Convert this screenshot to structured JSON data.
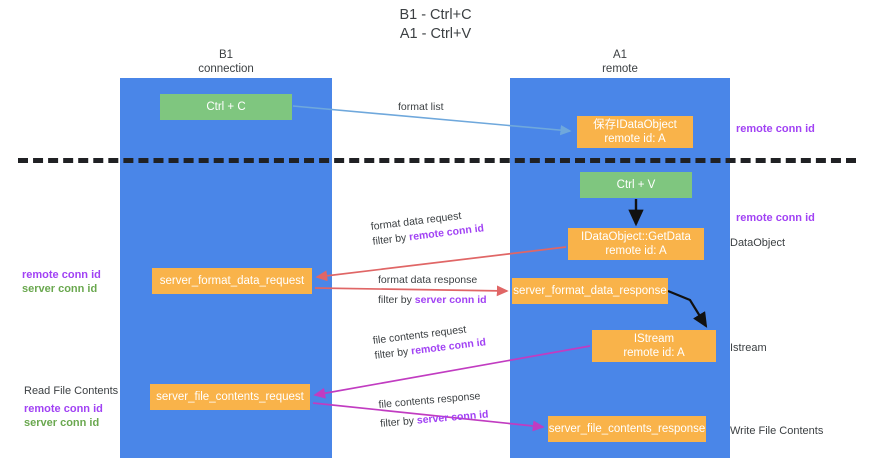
{
  "title": {
    "line1": "B1 - Ctrl+C",
    "line2": "A1 - Ctrl+V"
  },
  "columns": [
    {
      "name": "B1",
      "sub": "connection"
    },
    {
      "name": "A1",
      "sub": "remote"
    }
  ],
  "colors": {
    "lane": "#4a86e8",
    "green_box": "#7fc67f",
    "orange_box": "#f9b34a",
    "remote_conn_id": "#a142f4",
    "server_conn_id": "#6aa84f",
    "divider": "#202124",
    "arrow_blue": "#6fa8dc",
    "arrow_red": "#e06666",
    "arrow_magenta": "#c13cc1",
    "arrow_black": "#000000"
  },
  "boxes": {
    "ctrl_c": {
      "line1": "Ctrl + C"
    },
    "save_idataobject": {
      "line1": "保存IDataObject",
      "line2": "remote id: A"
    },
    "ctrl_v": {
      "line1": "Ctrl + V"
    },
    "getdata": {
      "line1": "IDataObject::GetData",
      "line2": "remote id: A"
    },
    "server_format_data_request": {
      "line1": "server_format_data_request"
    },
    "server_format_data_response": {
      "line1": "server_format_data_response"
    },
    "istream": {
      "line1": "IStream",
      "line2": "remote id: A"
    },
    "server_file_contents_request": {
      "line1": "server_file_contents_request"
    },
    "server_file_contents_response": {
      "line1": "server_file_contents_response"
    }
  },
  "edge_labels": {
    "format_list": "format list",
    "format_data_request": "format data request",
    "format_data_request_filter_prefix": "filter by ",
    "format_data_request_filter_key": "remote conn id",
    "format_data_response": "format data response",
    "format_data_response_filter_prefix": "filter by ",
    "format_data_response_filter_key": "server conn id",
    "file_contents_request": "file contents request",
    "file_contents_request_filter_prefix": "filter by ",
    "file_contents_request_filter_key": "remote conn id",
    "file_contents_response": "file contents response",
    "file_contents_response_filter_prefix": "filter by ",
    "file_contents_response_filter_key": "server conn id"
  },
  "annotations": {
    "remote_conn_id_top": "remote conn id",
    "remote_conn_id_mid": "remote conn id",
    "dataobject": "DataObject",
    "istream_right": "Istream",
    "write_file_contents": "Write File Contents",
    "read_file_contents": "Read File Contents",
    "left_remote_conn_id": "remote conn id",
    "left_server_conn_id": "server conn id",
    "left_remote_conn_id_2": "remote conn id",
    "left_server_conn_id_2": "server conn id"
  }
}
